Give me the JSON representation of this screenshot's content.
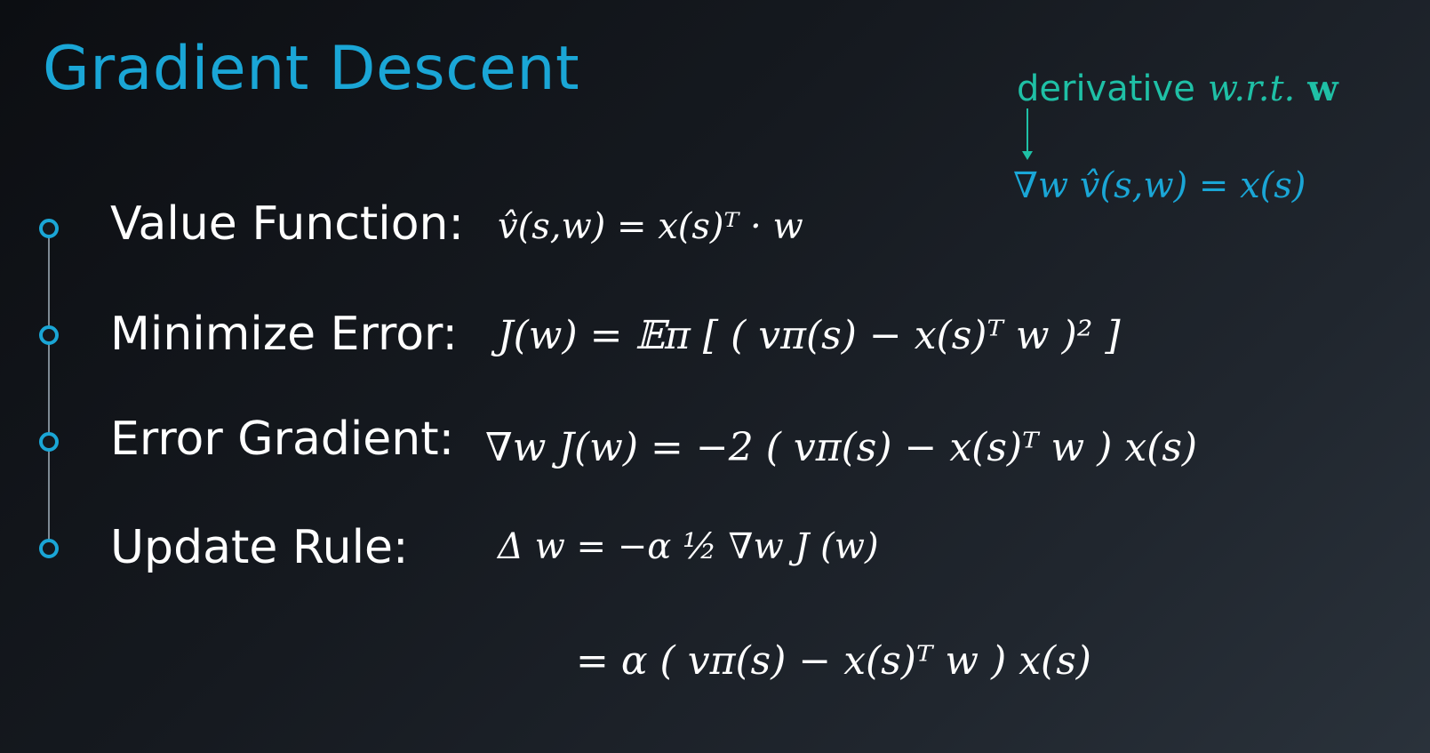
{
  "slide": {
    "title": "Gradient Descent",
    "annotation": {
      "text": "derivative",
      "wrt": "w.r.t.",
      "w": "w",
      "formula": "∇w v̂(s,w) = x(s)"
    },
    "rows": [
      {
        "label": "Value Function:",
        "formula": "v̂(s,w) = x(s)ᵀ · w"
      },
      {
        "label": "Minimize Error:",
        "formula": "J(w) = 𝔼π [ ( vπ(s) − x(s)ᵀ w )² ]"
      },
      {
        "label": "Error Gradient:",
        "formula": "∇w J(w) = −2 ( vπ(s) − x(s)ᵀ w ) x(s)"
      },
      {
        "label": "Update Rule:",
        "formula": "Δ w = −α ½ ∇w J (w)"
      }
    ],
    "continuation": "= α ( vπ(s) − x(s)ᵀ w ) x(s)"
  },
  "colors": {
    "title": "#1aa6d6",
    "annotation": "#1fc0a6",
    "bullet": "#1aa6d6",
    "text": "#ffffff"
  }
}
